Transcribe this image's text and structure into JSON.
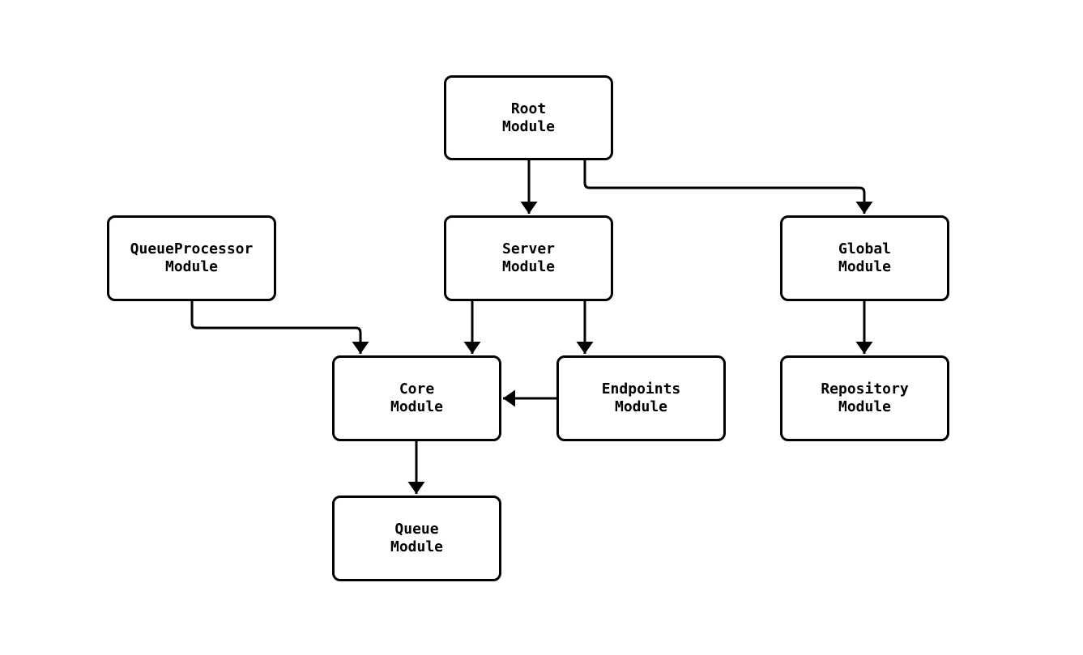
{
  "diagram": {
    "type": "module-dependency-graph",
    "colors": {
      "background": "#ffffff",
      "node_fill": "#ffffff",
      "node_border": "#000000",
      "edge_stroke": "#000000",
      "text": "#000000"
    },
    "nodes": {
      "root": {
        "line1": "Root",
        "line2": "Module"
      },
      "server": {
        "line1": "Server",
        "line2": "Module"
      },
      "queueprocessor": {
        "line1": "QueueProcessor",
        "line2": "Module"
      },
      "global": {
        "line1": "Global",
        "line2": "Module"
      },
      "core": {
        "line1": "Core",
        "line2": "Module"
      },
      "endpoints": {
        "line1": "Endpoints",
        "line2": "Module"
      },
      "repository": {
        "line1": "Repository",
        "line2": "Module"
      },
      "queue": {
        "line1": "Queue",
        "line2": "Module"
      }
    },
    "edges": [
      {
        "from": "Root Module",
        "to": "Server Module"
      },
      {
        "from": "Root Module",
        "to": "Global Module"
      },
      {
        "from": "QueueProcessor Module",
        "to": "Core Module"
      },
      {
        "from": "Server Module",
        "to": "Core Module"
      },
      {
        "from": "Server Module",
        "to": "Endpoints Module"
      },
      {
        "from": "Endpoints Module",
        "to": "Core Module"
      },
      {
        "from": "Core Module",
        "to": "Queue Module"
      },
      {
        "from": "Global Module",
        "to": "Repository Module"
      }
    ]
  }
}
